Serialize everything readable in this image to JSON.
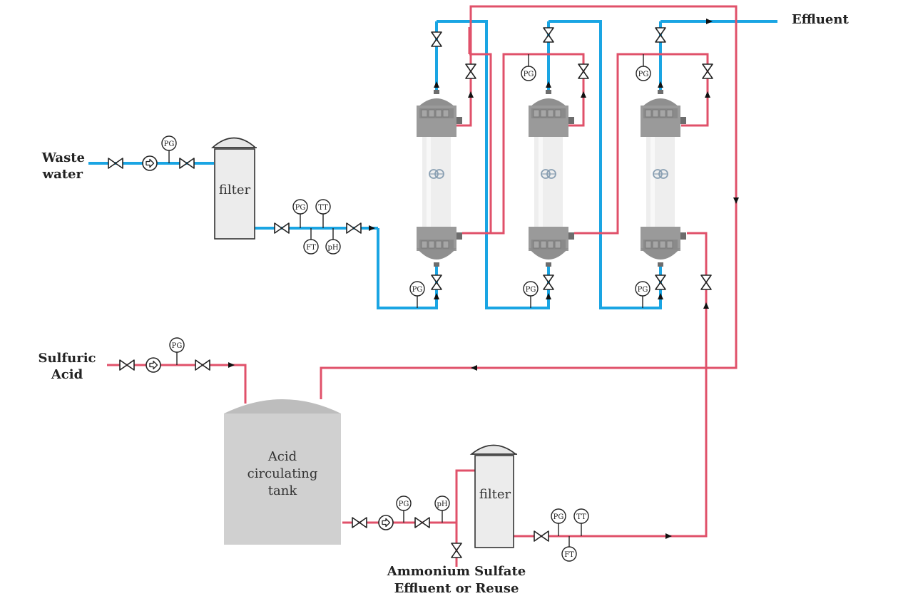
{
  "colors": {
    "water_line": "#1aa5e3",
    "acid_line": "#e0516a",
    "vessel_gray": "#8f8f8f",
    "tank_gray": "#cfcfcf",
    "filter_fill": "#ececec"
  },
  "inlets": {
    "waste_water": [
      "Waste",
      "water"
    ],
    "sulfuric_acid": [
      "Sulfuric",
      "Acid"
    ]
  },
  "outlets": {
    "effluent": "Effluent",
    "ammonium_sulfate": [
      "Ammonium Sulfate",
      "Effluent or Reuse"
    ]
  },
  "equipment": {
    "filter_1": "filter",
    "filter_2": "filter",
    "acid_tank": [
      "Acid",
      "circulating",
      "tank"
    ]
  },
  "instruments": {
    "pg": "PG",
    "tt": "TT",
    "ft": "FT",
    "ph": "pH"
  },
  "icons": {
    "valve": "gate-valve-icon",
    "pump": "pump-icon",
    "membrane": "membrane-contactor-icon"
  }
}
